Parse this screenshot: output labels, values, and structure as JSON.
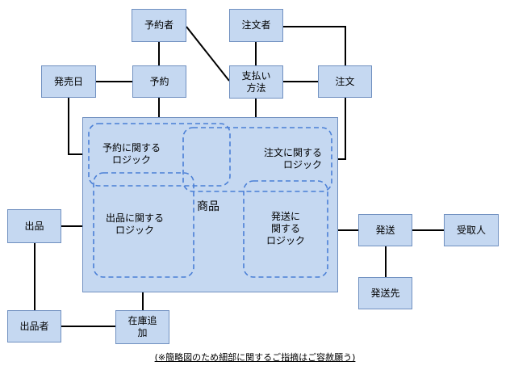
{
  "nodes": {
    "yoyakusha": "予約者",
    "chumonsha": "注文者",
    "hatsubaibi": "発売日",
    "yoyaku": "予約",
    "shiharai": "支払い\n方法",
    "chumon": "注文",
    "shuppin": "出品",
    "hasso": "発送",
    "uketorinin": "受取人",
    "hassosaki": "発送先",
    "shuppinsha": "出品者",
    "zaiko": "在庫追\n加"
  },
  "product_area": {
    "label": "商品"
  },
  "logic": {
    "yoyaku": "予約に関する\nロジック",
    "chumon": "注文に関する\nロジック",
    "shuppin": "出品に関する\nロジック",
    "hasso": "発送に\n関する\nロジック"
  },
  "footnote": "(※簡略図のため細部に関するご指摘はご容赦願う)",
  "colors": {
    "box_fill": "#c5d8f1",
    "box_border": "#7090c0",
    "logic_dash": "#4a7fd6",
    "line": "#000000"
  }
}
